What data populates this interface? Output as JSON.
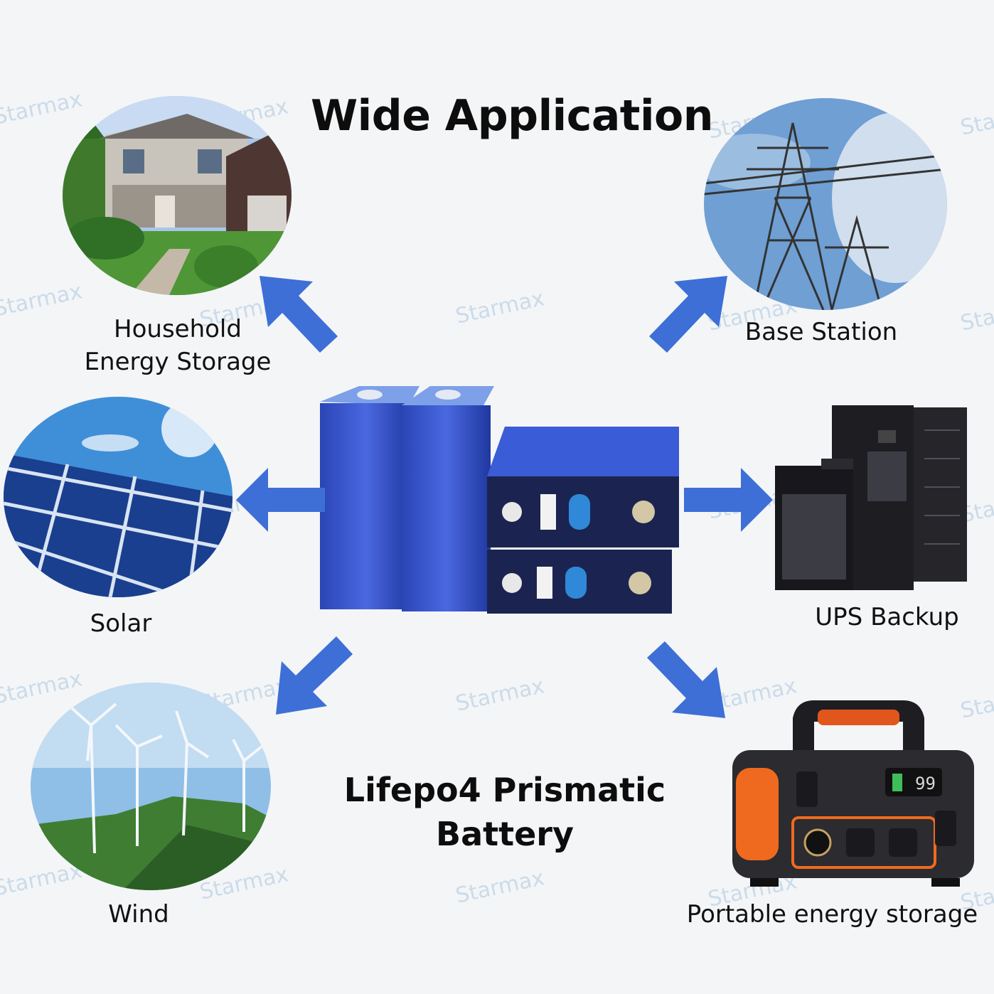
{
  "title": "Wide Application",
  "subtitle_line1": "Lifepo4 Prismatic",
  "subtitle_line2": "Battery",
  "watermark": "Starmax",
  "accent_color": "#3d6fd6",
  "applications": {
    "household_line1": "Household",
    "household_line2": "Energy Storage",
    "base_station": "Base Station",
    "solar": "Solar",
    "ups": "UPS Backup",
    "wind": "Wind",
    "portable": "Portable energy storage"
  },
  "power_station_display": "99"
}
